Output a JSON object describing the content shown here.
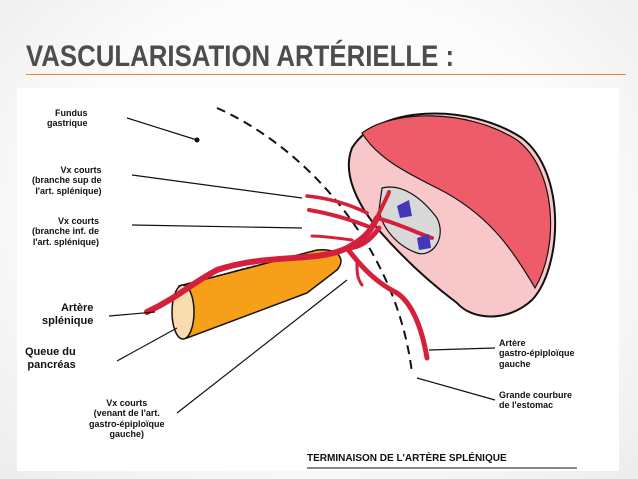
{
  "slide": {
    "title": "VASCULARISATION ARTÉRIELLE :",
    "accent_color": "#e08a2a"
  },
  "figure": {
    "caption": "TERMINAISON DE L'ARTÈRE SPLÉNIQUE",
    "labels": {
      "fundus": "Fundus\ngastrique",
      "vx_courts_sup": "Vx courts\n(branche sup de\nl'art. splénique)",
      "vx_courts_inf": "Vx courts\n(branche inf. de\nl'art. splénique)",
      "artere_splenique": "Artère\nsplénique",
      "queue_pancreas": "Queue du\npancréas",
      "vx_courts_gauche": "Vx courts\n(venant de l'art.\ngastro-épiploïque\ngauche)",
      "artere_gastro": "Artère\ngastro-épiploïque\ngauche",
      "grande_courbure": "Grande courbure\nde l'estomac"
    },
    "colors": {
      "spleen": "#ef5f6c",
      "spleen_edge": "#f7c6c8",
      "artery": "#d5203c",
      "pancreas": "#f6a01a",
      "vein": "#4438b8"
    }
  }
}
